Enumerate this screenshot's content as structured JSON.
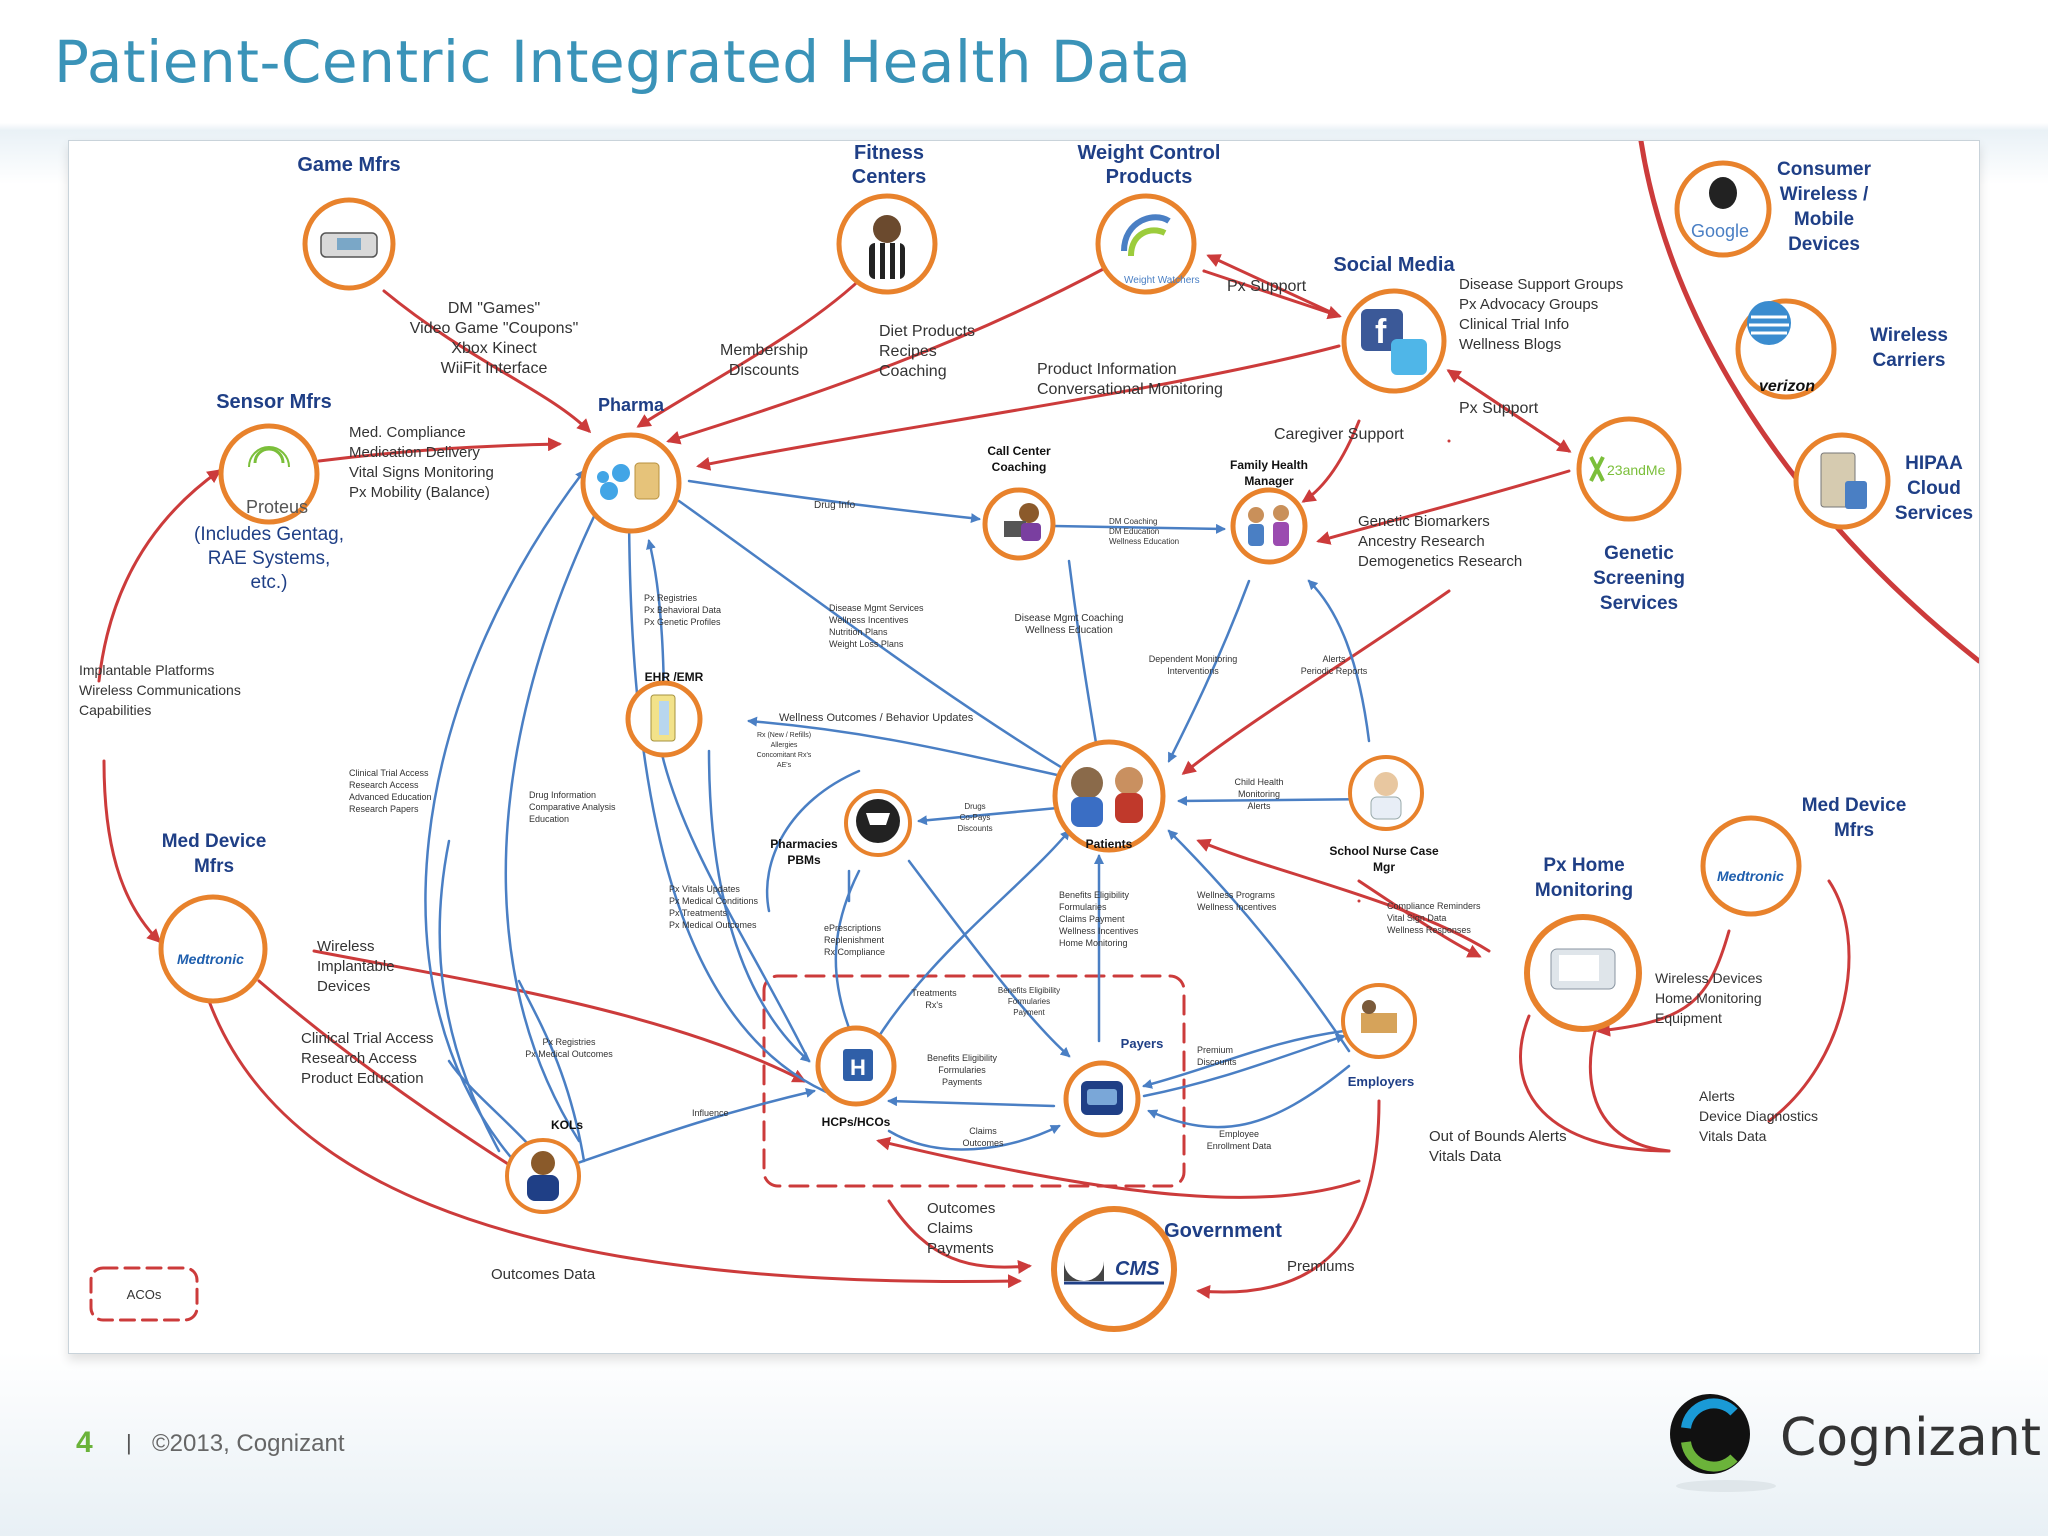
{
  "title": "Patient-Centric Integrated Health Data",
  "colors": {
    "title": "#3a93b8",
    "node_ring": "#e8822c",
    "blue_arrow": "#4a7fc4",
    "red_arrow": "#cc3b3b",
    "node_label": "#1f3f86",
    "brand_green": "#6bb33a"
  },
  "nodes": {
    "game": "Game Mfrs",
    "fitness": "Fitness Centers",
    "weight": "Weight Control Products",
    "social": "Social Media",
    "consumer": "Consumer Wireless / Mobile Devices",
    "carriers": "Wireless Carriers",
    "hipaa": "HIPAA Cloud Services",
    "sensor": "Sensor Mfrs",
    "sensor_note": "(Includes Gentag, RAE Systems, etc.)",
    "pharma": "Pharma",
    "callcenter": "Call Center Coaching",
    "family": "Family Health Manager",
    "genetic": "Genetic Screening Services",
    "ehr": "EHR /EMR",
    "pharmacies": "Pharmacies PBMs",
    "patients": "Patients",
    "school": "School Nurse Case Mgr",
    "meddevice_left": "Med Device Mfrs",
    "meddevice_right": "Med Device Mfrs",
    "pxhome": "Px Home Monitoring",
    "hcps": "HCPs/HCOs",
    "payers": "Payers",
    "employers": "Employers",
    "kols": "KOLs",
    "government": "Government",
    "acos": "ACOs"
  },
  "logos": {
    "proteus": "Proteus",
    "google": "Google",
    "verizon": "verizon",
    "medtronic": "Medtronic",
    "cms": "CMS",
    "twentythree": "23andMe",
    "weightwatchers": "Weight Watchers"
  },
  "labels": {
    "dm_games": [
      "DM \"Games\"",
      "Video Game \"Coupons\"",
      "Xbox Kinect",
      "WiiFit Interface"
    ],
    "membership": [
      "Membership",
      "Discounts"
    ],
    "diet": [
      "Diet Products",
      "Recipes",
      "Coaching"
    ],
    "px_support_top": "Px Support",
    "social_list": [
      "Disease Support Groups",
      "Px Advocacy Groups",
      "Clinical Trial Info",
      "Wellness Blogs"
    ],
    "product_info": [
      "Product Information",
      "Conversational Monitoring"
    ],
    "px_support_mid": "Px Support",
    "caregiver": "Caregiver Support",
    "med_compliance": [
      "Med. Compliance",
      "Medication Delivery",
      "Vital Signs Monitoring",
      "Px Mobility (Balance)"
    ],
    "drug_info": "Drug Info",
    "dm_coaching": [
      "DM Coaching",
      "DM Education",
      "Wellness Education"
    ],
    "genetic_list": [
      "Genetic Biomarkers",
      "Ancestry Research",
      "Demogenetics Research"
    ],
    "px_registries": [
      "Px Registries",
      "Px Behavioral Data",
      "Px Genetic Profiles"
    ],
    "disease_mgmt": [
      "Disease Mgmt Services",
      "Wellness Incentives",
      "Nutrition Plans",
      "Weight Loss Plans"
    ],
    "disease_coaching": [
      "Disease Mgmt Coaching",
      "Wellness Education"
    ],
    "dependent": [
      "Dependent Monitoring",
      "Interventions"
    ],
    "alerts_periodic": [
      "Alerts",
      "Periodic Reports"
    ],
    "implantable": [
      "Implantable Platforms",
      "Wireless Communications",
      "Capabilities"
    ],
    "wellness_outcomes": "Wellness Outcomes / Behavior Updates",
    "rx_new": [
      "Rx (New / Refills)",
      "Allergies",
      "Concomitant Rx's",
      "AE's"
    ],
    "drugs_copays": [
      "Drugs",
      "Co-Pays",
      "Discounts"
    ],
    "child_health": [
      "Child Health",
      "Monitoring",
      "Alerts"
    ],
    "clinical_trial_access": [
      "Clinical Trial Access",
      "Research Access",
      "Advanced Education",
      "Research Papers"
    ],
    "drug_information": [
      "Drug Information",
      "Comparative Analysis",
      "Education"
    ],
    "px_vitals": [
      "Px Vitals Updates",
      "Px Medical Conditions",
      "Px Treatments",
      "Px Medical Outcomes"
    ],
    "eprescriptions": [
      "ePrescriptions",
      "Replenishment",
      "Rx Compliance"
    ],
    "benefits_patients": [
      "Benefits Eligibility",
      "Formularies",
      "Claims Payment",
      "Wellness Incentives",
      "Home Monitoring"
    ],
    "wellness_programs": [
      "Wellness Programs",
      "Wellness Incentives"
    ],
    "compliance_reminders": [
      "Compliance Reminders",
      "Vital Sign Data",
      "Wellness Responses"
    ],
    "wireless_implantable": [
      "Wireless",
      "Implantable",
      "Devices"
    ],
    "clinical_trial_access_2": [
      "Clinical Trial Access",
      "Research Access",
      "Product Education"
    ],
    "px_registries_2": [
      "Px Registries",
      "Px Medical Outcomes"
    ],
    "treatments": [
      "Treatments",
      "Rx's"
    ],
    "benefits_payers_top": [
      "Benefits Eligibility",
      "Formularies",
      "Payment"
    ],
    "benefits_payers_mid": [
      "Benefits Eligibility",
      "Formularies",
      "Payments"
    ],
    "premium_discounts": [
      "Premium",
      "Discounts"
    ],
    "influence": "Influence",
    "claims_outcomes": [
      "Claims",
      "Outcomes"
    ],
    "employee_enrollment": [
      "Employee",
      "Enrollment Data"
    ],
    "wireless_home": [
      "Wireless Devices",
      "Home Monitoring",
      "Equipment"
    ],
    "alerts_device": [
      "Alerts",
      "Device Diagnostics",
      "Vitals Data"
    ],
    "out_of_bounds": [
      "Out of Bounds Alerts",
      "Vitals Data"
    ],
    "outcomes_claims": [
      "Outcomes",
      "Claims",
      "Payments"
    ],
    "premiums": "Premiums",
    "outcomes_data": "Outcomes Data"
  },
  "footer": {
    "page": "4",
    "separator": "|",
    "copyright": "©2013, Cognizant",
    "brand": "Cognizant"
  }
}
